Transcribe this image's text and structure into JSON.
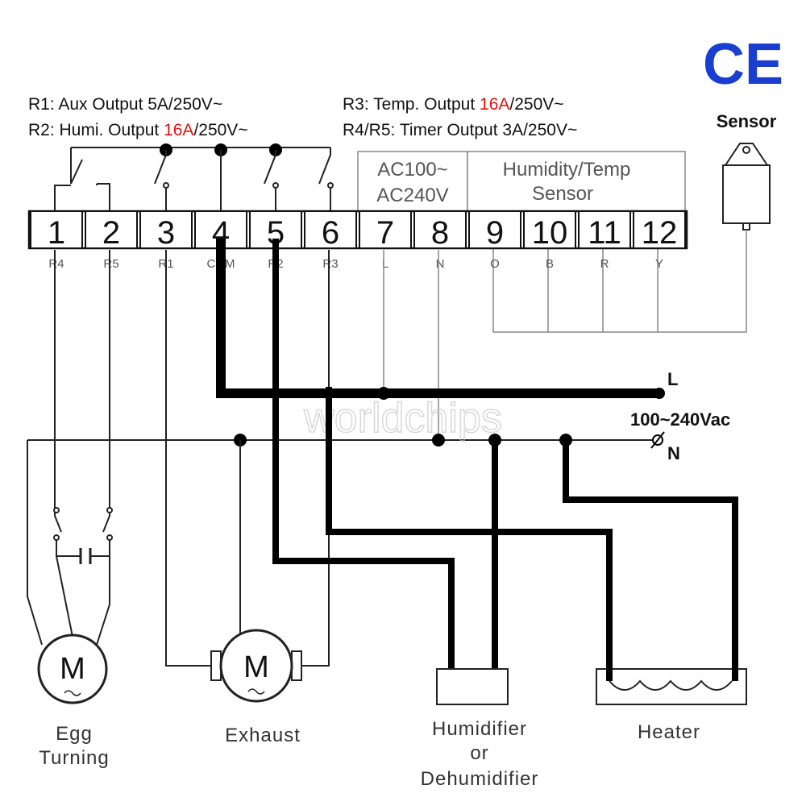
{
  "specs": {
    "r1": "R1: Aux Output 5A/250V~",
    "r2_pre": "R2: Humi. Output ",
    "r2_hi": "16A",
    "r2_post": "/250V~",
    "r3_pre": "R3: Temp. Output ",
    "r3_hi": "16A",
    "r3_post": "/250V~",
    "r45": "R4/R5: Timer  Output 3A/250V~"
  },
  "highlight_color": "#e01010",
  "terminals": [
    {
      "num": "1",
      "label": "R4"
    },
    {
      "num": "2",
      "label": "R5"
    },
    {
      "num": "3",
      "label": "R1"
    },
    {
      "num": "4",
      "label": "COM"
    },
    {
      "num": "5",
      "label": "R2"
    },
    {
      "num": "6",
      "label": "R3"
    },
    {
      "num": "7",
      "label": "L"
    },
    {
      "num": "8",
      "label": "N"
    },
    {
      "num": "9",
      "label": "O"
    },
    {
      "num": "10",
      "label": "B"
    },
    {
      "num": "11",
      "label": "R"
    },
    {
      "num": "12",
      "label": "Y"
    }
  ],
  "power_box": {
    "line1": "AC100~",
    "line2": "AC240V"
  },
  "sensor_box": {
    "line1": "Humidity/Temp",
    "line2": "Sensor"
  },
  "sensor_label": "Sensor",
  "ce_mark": "CE",
  "supply": {
    "l": "L",
    "n": "N",
    "voltage": "100~240Vac"
  },
  "watermark": "worldchips",
  "devices": {
    "egg_line1": "Egg",
    "egg_line2": "Turning",
    "motor_symbol": "M",
    "exhaust": "Exhaust",
    "humid_line1": "Humidifier",
    "humid_line2": "or",
    "humid_line3": "Dehumidifier",
    "heater": "Heater"
  }
}
